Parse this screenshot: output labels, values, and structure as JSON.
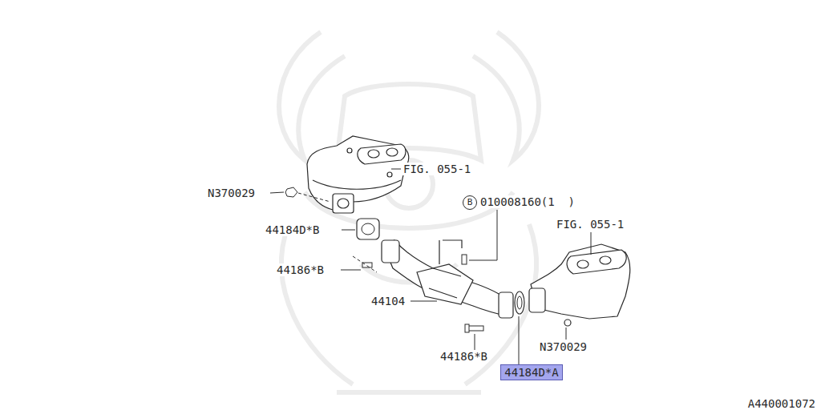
{
  "diagram": {
    "nodes": [
      {
        "text": [
          "B"
        ]
      },
      {
        "text": [
          "44184D*A"
        ]
      }
    ],
    "labels": [
      "FIG. 055-1",
      "N370029",
      "010008160(1  )",
      "FIG. 055-1",
      "44184D*B",
      "44186*B",
      "44104",
      "N370029",
      "44186*B",
      "A440001072"
    ]
  }
}
